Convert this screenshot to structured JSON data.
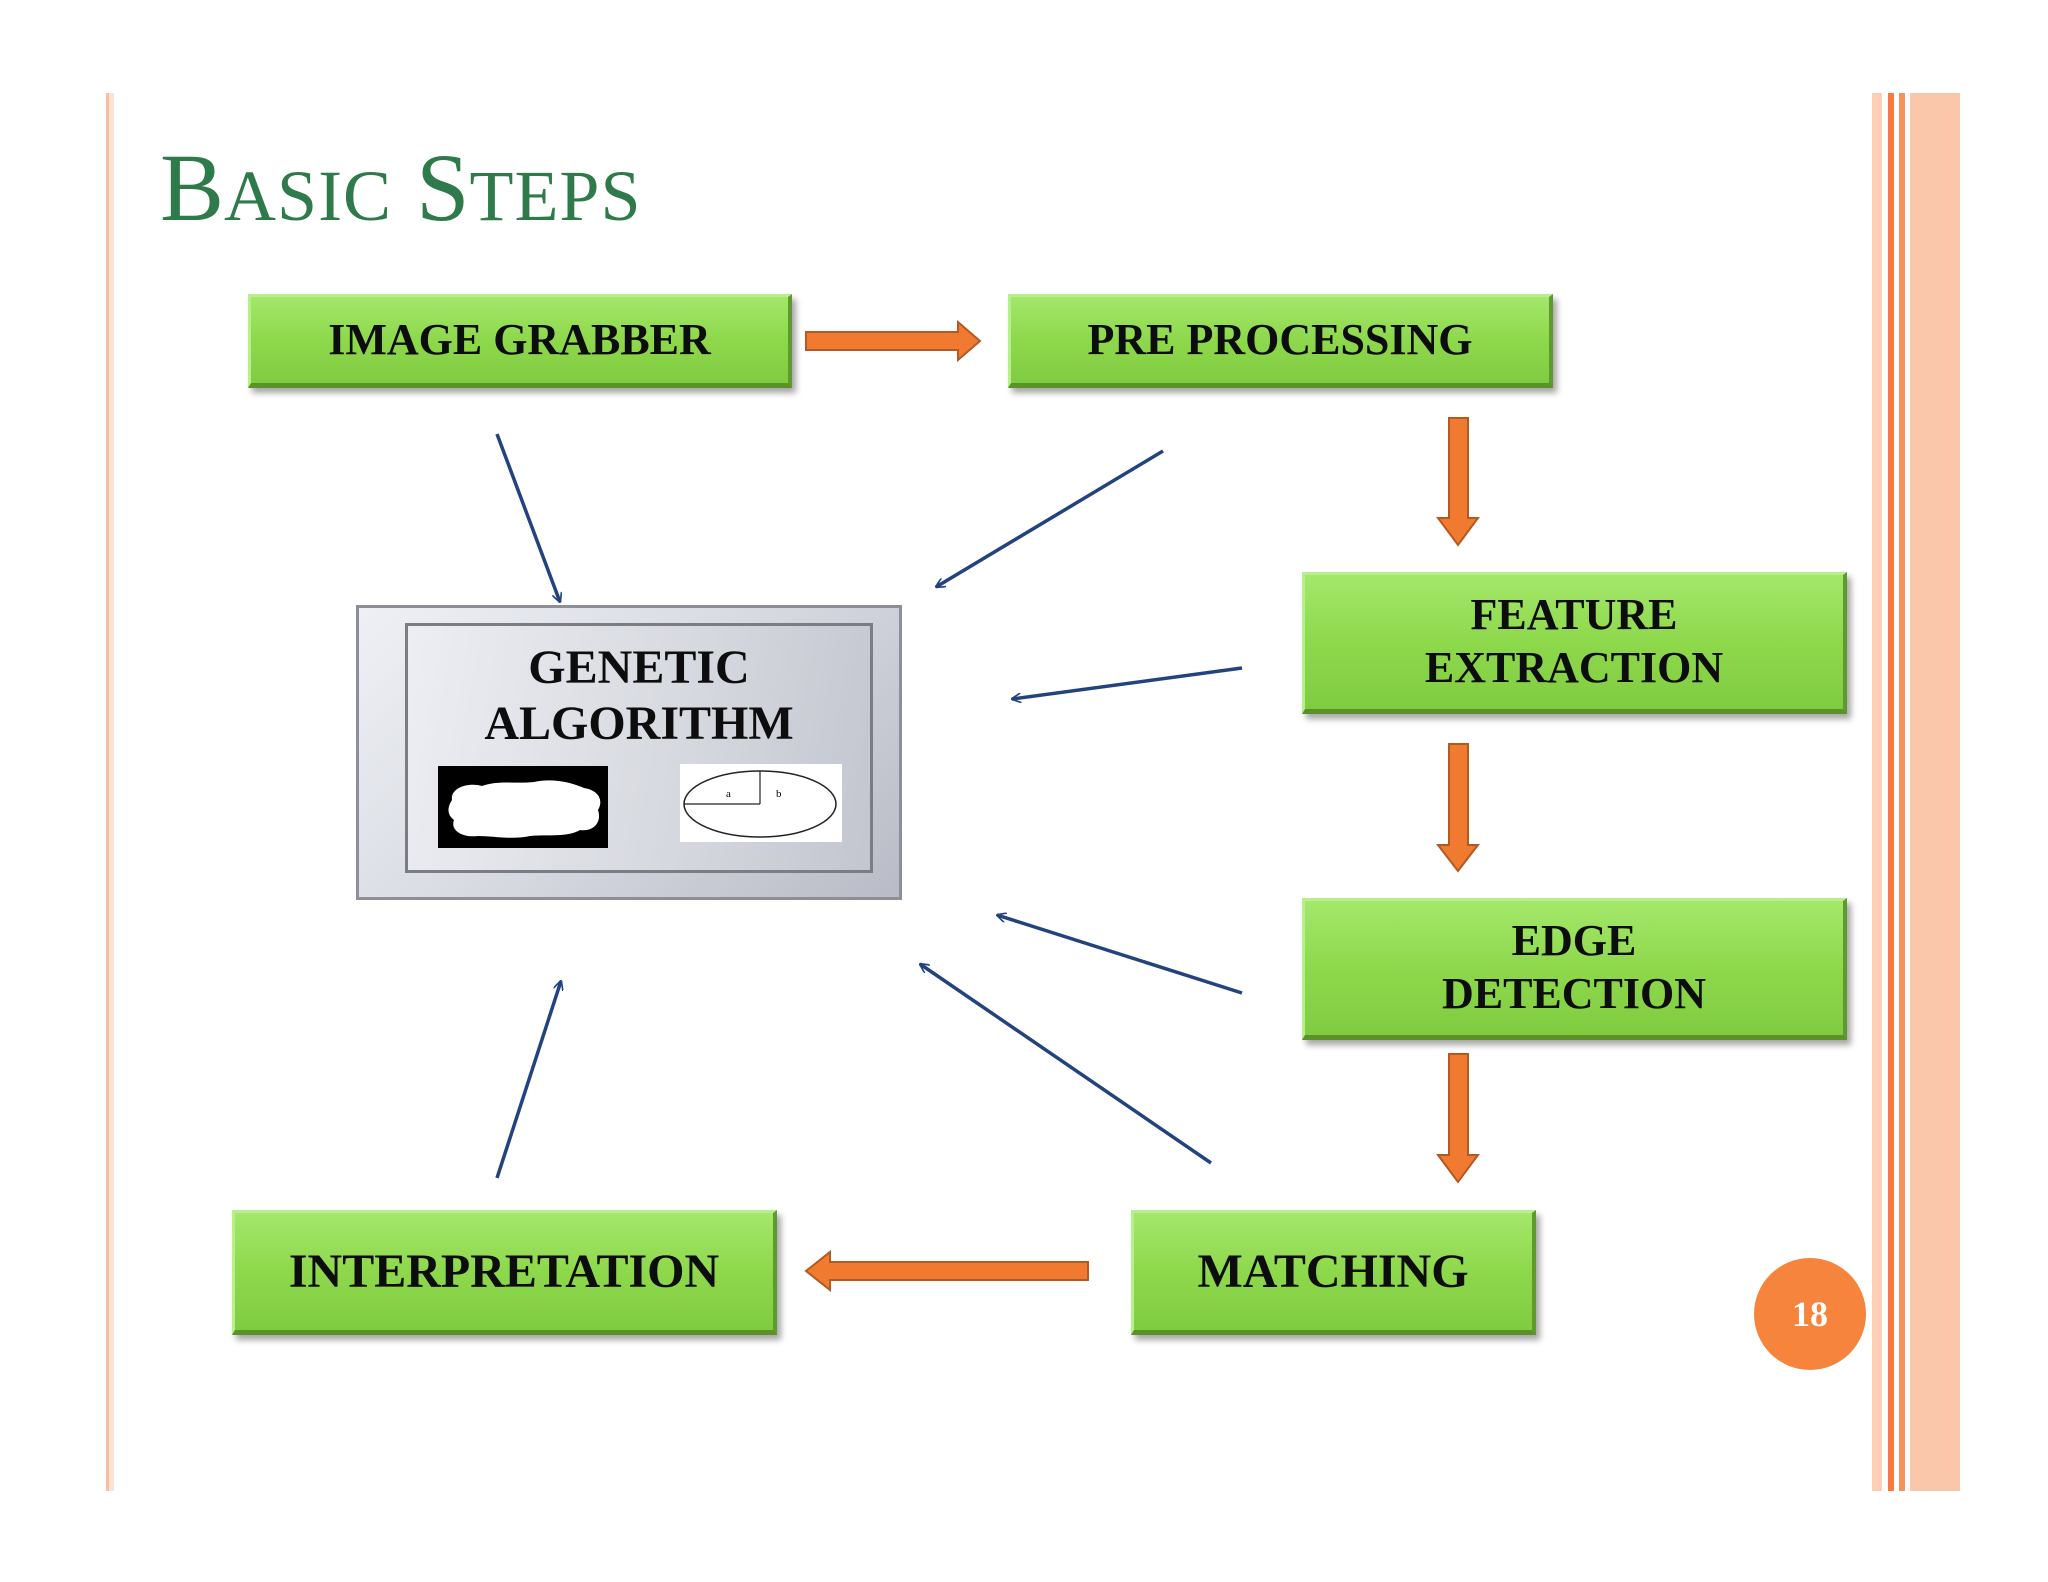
{
  "slide": {
    "title_first_initial": "B",
    "title_first_rest": "ASIC",
    "title_second_initial": "S",
    "title_second_rest": "TEPS",
    "page_number": "18"
  },
  "nodes": {
    "image_grabber": "IMAGE GRABBER",
    "pre_processing": "PRE PROCESSING",
    "feature_extraction": [
      "FEATURE",
      "EXTRACTION"
    ],
    "edge_detection": [
      "EDGE",
      "DETECTION"
    ],
    "matching": "MATCHING",
    "interpretation": "INTERPRETATION",
    "genetic_algorithm": [
      "GENETIC",
      "ALGORITHM"
    ]
  },
  "ellipse_labels": {
    "a": "a",
    "b": "b"
  },
  "colors": {
    "title": "#2f7a4a",
    "box_fill": "#8ed84c",
    "flow_arrow": "#f07a30",
    "connector_arrow": "#23437e",
    "badge": "#f6843c"
  },
  "icons": [
    "silhouette-thumbnail",
    "ellipse-diagram-thumbnail"
  ]
}
